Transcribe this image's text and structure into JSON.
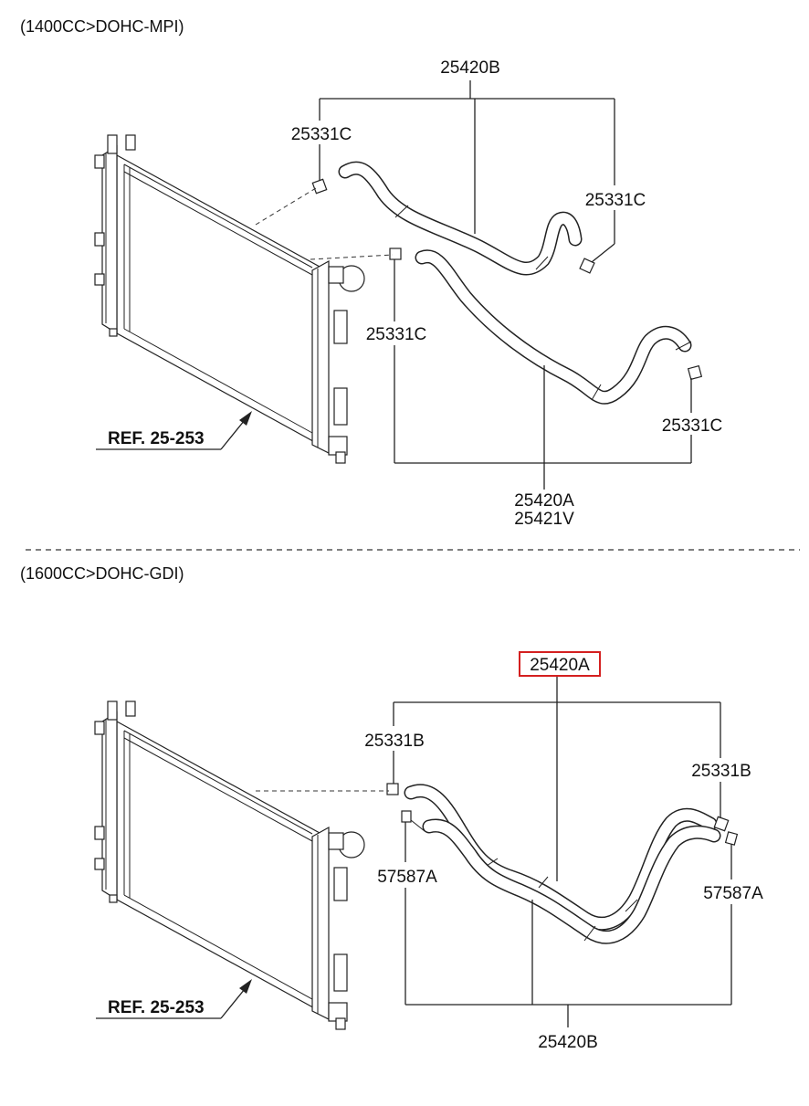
{
  "diagram": {
    "section_top": {
      "header": "(1400CC>DOHC-MPI)",
      "ref_label": "REF. 25-253",
      "labels": {
        "hose_upper": "25420B",
        "clamp_upper_left": "25331C",
        "clamp_upper_right": "25331C",
        "clamp_lower_left": "25331C",
        "clamp_lower_right": "25331C",
        "hose_lower_line1": "25420A",
        "hose_lower_line2": "25421V"
      }
    },
    "section_bottom": {
      "header": "(1600CC>DOHC-GDI)",
      "ref_label": "REF. 25-253",
      "highlight_color": "#d42020",
      "labels": {
        "hose_highlighted": "25420A",
        "clamp_left": "25331B",
        "clamp_right": "25331B",
        "clip_left": "57587A",
        "clip_right": "57587A",
        "hose_lower": "25420B"
      }
    }
  }
}
